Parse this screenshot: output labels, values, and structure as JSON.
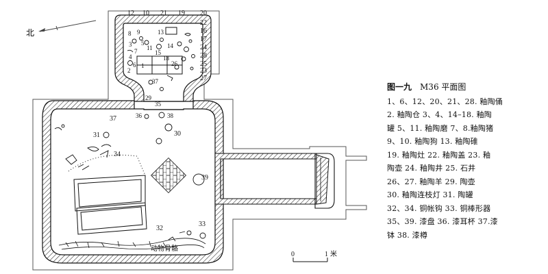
{
  "north_label": "北",
  "figure_number": "图一九",
  "figure_title": "M36 平面图",
  "legend_lines": [
    "1、6、12、20、21、28. 釉陶俑",
    "2. 釉陶仓 3、4、14–18. 釉陶",
    "罐 5、11. 釉陶磨 7、8.釉陶猪",
    "9、10. 釉陶狗 13. 釉陶碓",
    "19. 釉陶灶 22. 釉陶盖 23. 釉",
    "陶壶 24. 釉陶井 25. 石井",
    "26、27. 釉陶羊 29. 陶壶",
    "30. 釉陶连枝灯 31. 陶罐",
    "32、34. 铜帐钩 33. 铜棒形器",
    "35、39. 漆盘 36. 漆耳杯 37.漆",
    "钵 38. 漆樽"
  ],
  "scale_labels": [
    "0",
    "1",
    "米"
  ],
  "bones_label": "动物骨骼",
  "rear_chamber_labels": [
    "12",
    "10",
    "21",
    "19",
    "20",
    "22",
    "16",
    "17",
    "24",
    "28",
    "25",
    "23",
    "27",
    "8",
    "9",
    "13",
    "5",
    "3",
    "7",
    "11",
    "14",
    "15",
    "18",
    "26",
    "4",
    "1",
    "6",
    "2"
  ],
  "front_chamber_labels": [
    "37",
    "29",
    "35",
    "36",
    "38",
    "31",
    "37",
    "30",
    "34",
    "39",
    "32",
    "33"
  ],
  "colors": {
    "line": "#111111",
    "hatch": "#333333",
    "background": "#ffffff",
    "north_arrow": "#444444"
  }
}
